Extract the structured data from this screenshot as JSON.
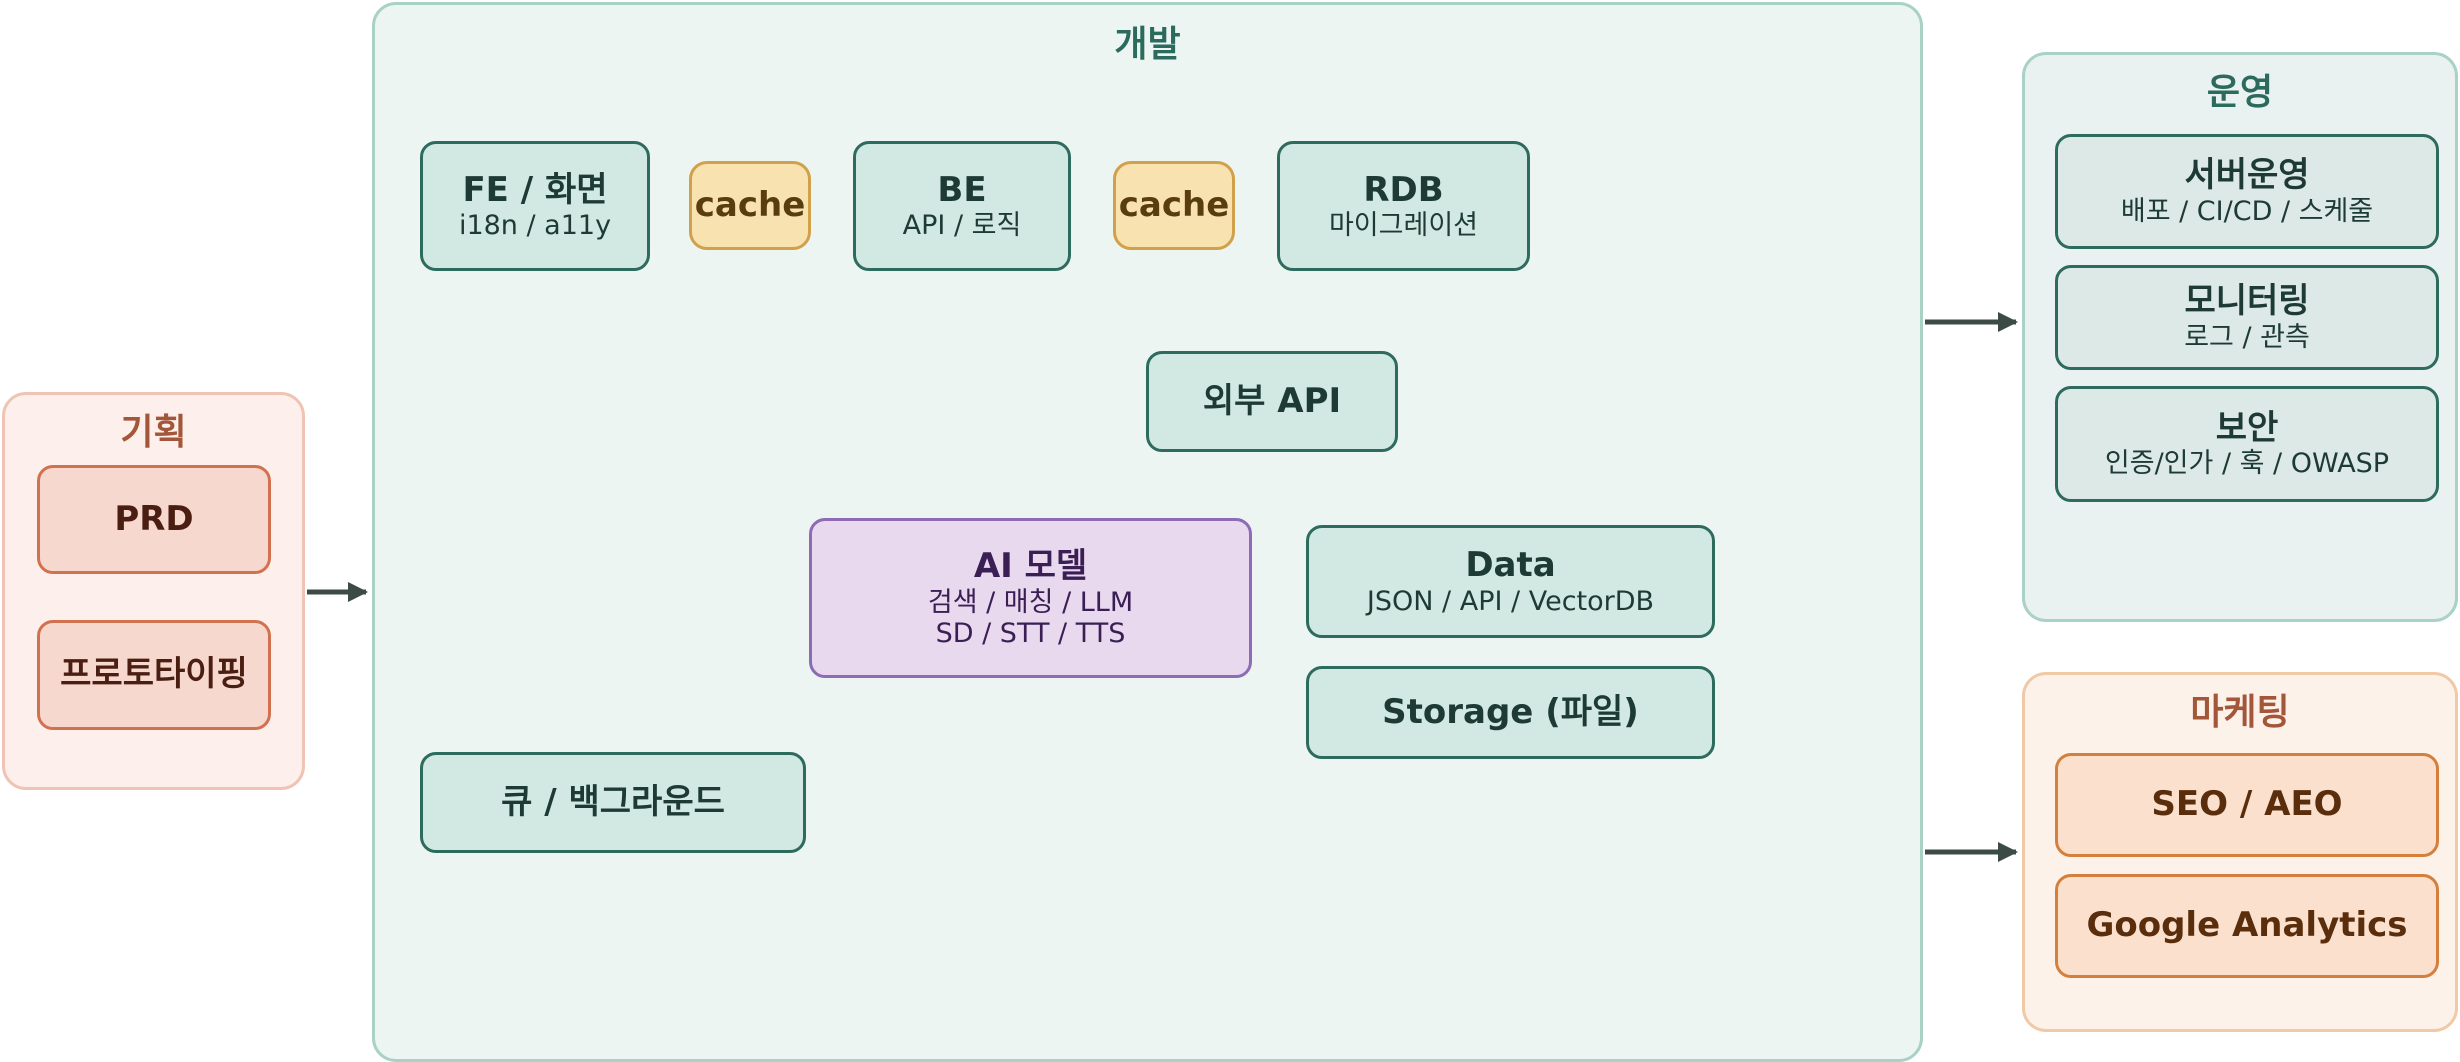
{
  "groups": {
    "plan": {
      "title": "기획"
    },
    "dev": {
      "title": "개발"
    },
    "ops": {
      "title": "운영"
    },
    "marketing": {
      "title": "마케팅"
    }
  },
  "nodes": {
    "prd": {
      "title": "PRD"
    },
    "prototyping": {
      "title": "프로토타이핑"
    },
    "fe": {
      "title": "FE / 화면",
      "sub": "i18n / a11y"
    },
    "cache1": {
      "title": "cache"
    },
    "be": {
      "title": "BE",
      "sub": "API / 로직"
    },
    "cache2": {
      "title": "cache"
    },
    "rdb": {
      "title": "RDB",
      "sub": "마이그레이션"
    },
    "external_api": {
      "title": "외부 API"
    },
    "ai": {
      "title": "AI 모델",
      "sub1": "검색 / 매칭 / LLM",
      "sub2": "SD / STT / TTS"
    },
    "data": {
      "title": "Data",
      "sub": "JSON / API / VectorDB"
    },
    "storage": {
      "title": "Storage (파일)"
    },
    "queue": {
      "title": "큐 / 백그라운드"
    },
    "server_ops": {
      "title": "서버운영",
      "sub": "배포 / CI/CD / 스케줄"
    },
    "monitoring": {
      "title": "모니터링",
      "sub": "로그 / 관측"
    },
    "security": {
      "title": "보안",
      "sub": "인증/인가 / 훅 / OWASP"
    },
    "seo": {
      "title": "SEO / AEO"
    },
    "ga": {
      "title": "Google Analytics"
    }
  },
  "colors": {
    "edge": "#5d6b67",
    "group_edge": "#3d4b47"
  }
}
